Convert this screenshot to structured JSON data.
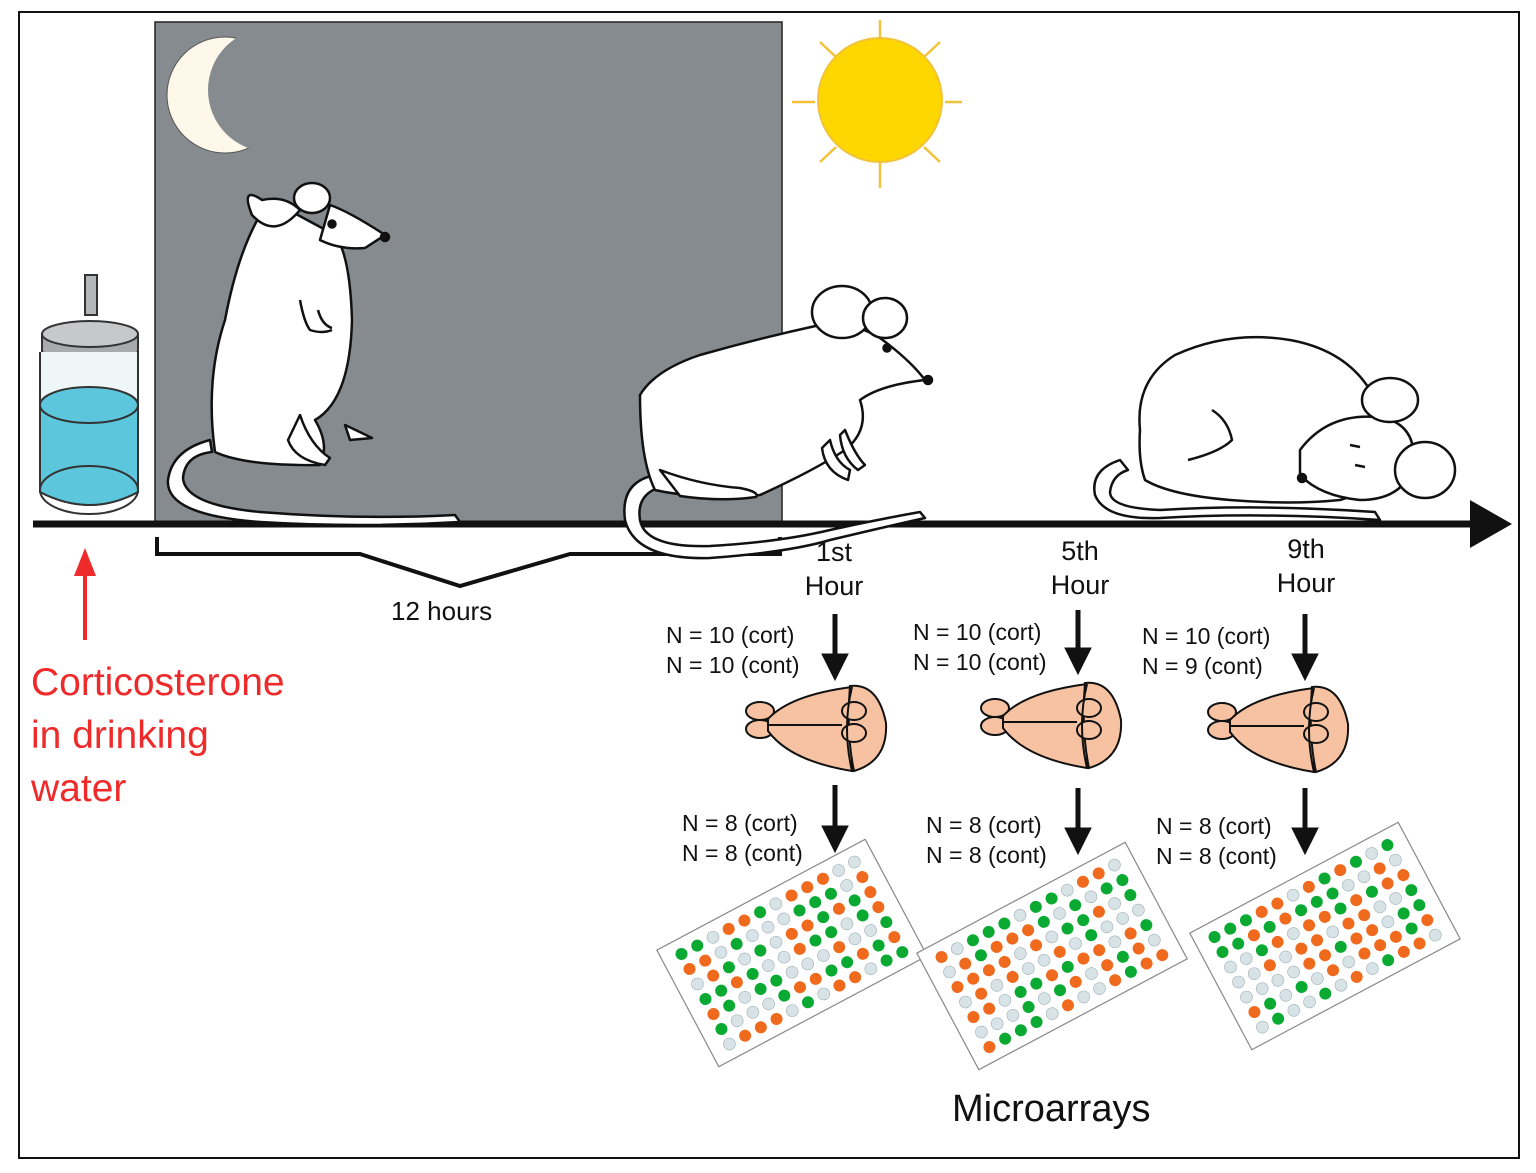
{
  "timeline": {
    "duration_label": "12 hours",
    "treatment_label_lines": [
      "Corticosterone",
      "in drinking",
      "water"
    ]
  },
  "timepoints": [
    {
      "hour_lines": [
        "1st",
        "Hour"
      ],
      "brain_n": [
        "N = 10 (cort)",
        "N = 10 (cont)"
      ],
      "array_n": [
        "N = 8 (cort)",
        "N = 8 (cont)"
      ]
    },
    {
      "hour_lines": [
        "5th",
        "Hour"
      ],
      "brain_n": [
        "N = 10 (cort)",
        "N = 10 (cont)"
      ],
      "array_n": [
        "N = 8 (cort)",
        "N = 8 (cont)"
      ]
    },
    {
      "hour_lines": [
        "9th",
        "Hour"
      ],
      "brain_n": [
        "N = 10 (cort)",
        "N = 9  (cont)"
      ],
      "array_n": [
        "N = 8 (cort)",
        "N = 8 (cont)"
      ]
    }
  ],
  "microarrays_label": "Microarrays",
  "colors": {
    "night_panel": "#858b8f",
    "moon": "#fdf8e9",
    "sun": "#ffd700",
    "sun_rays": "#f2c33a",
    "water": "#5cc6dc",
    "red_accent": "#ee2a2a",
    "brain": "#f6c2a2",
    "spot_green": "#0aaa32",
    "spot_orange": "#f06a1e",
    "spot_grey": "#d7e3e6"
  }
}
